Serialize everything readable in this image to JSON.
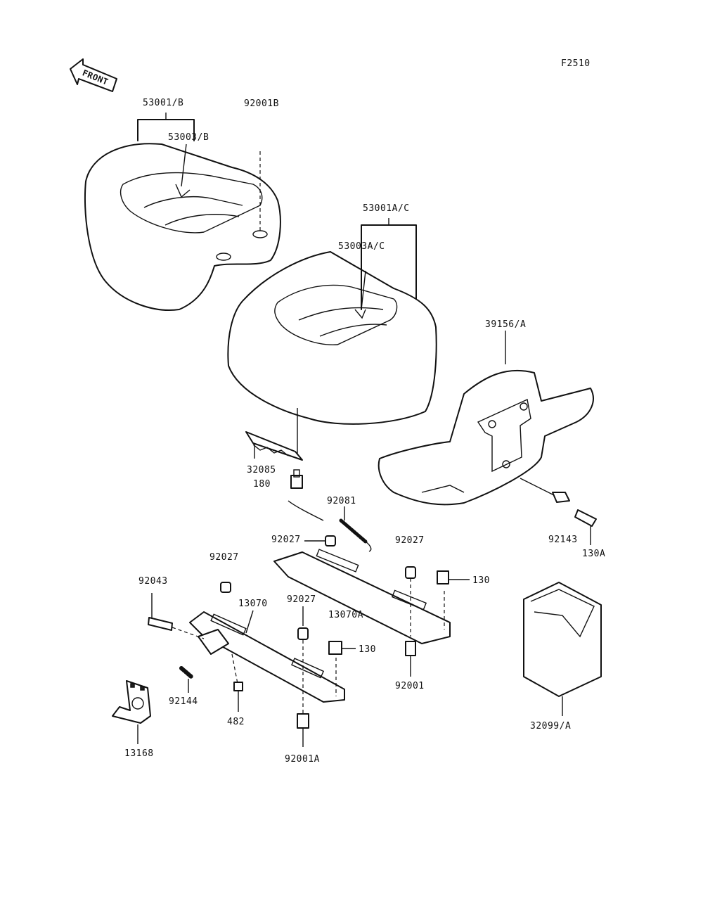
{
  "figure_code": "F2510",
  "front_arrow_label": "FRONT",
  "labels": {
    "p53001B": "53001/B",
    "p53003B": "53003/B",
    "p92001B": "92001B",
    "p53001AC": "53001A/C",
    "p53003AC": "53003A/C",
    "p39156A": "39156/A",
    "p32085": "32085",
    "p180": "180",
    "p92081": "92081",
    "p92027_a": "92027",
    "p92027_b": "92027",
    "p92027_c": "92027",
    "p92027_d": "92027",
    "p92143": "92143",
    "p130A": "130A",
    "p130_a": "130",
    "p130_b": "130",
    "p92043": "92043",
    "p13070": "13070",
    "p13070A": "13070A",
    "p92001": "92001",
    "p92144": "92144",
    "p482": "482",
    "p13168": "13168",
    "p92001A": "92001A",
    "p32099A": "32099/A"
  }
}
